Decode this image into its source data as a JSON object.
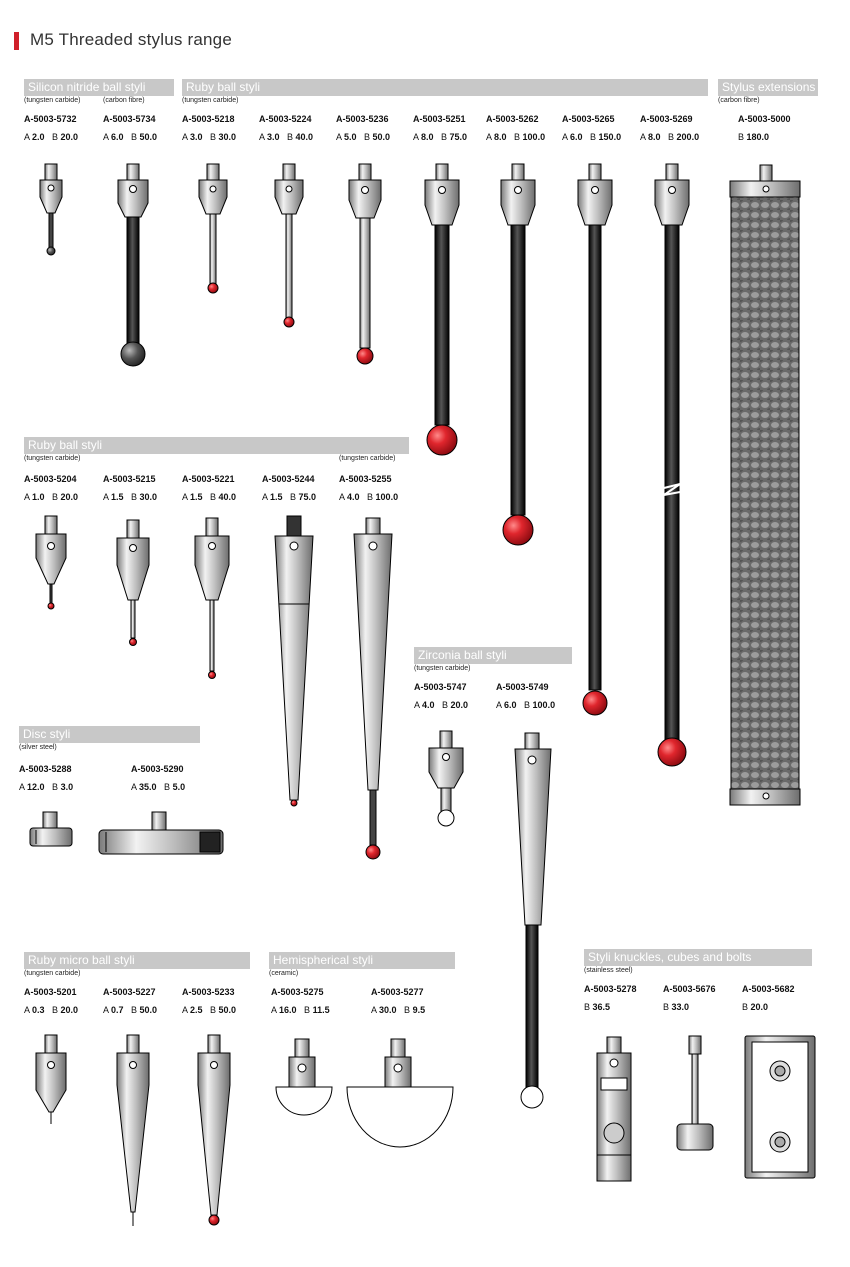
{
  "page_title": "M5 Threaded stylus range",
  "sections": {
    "silicon": {
      "title": "Silicon nitride ball styli",
      "sub1": "(tungsten carbide)",
      "sub2": "(carbon fibre)"
    },
    "ruby1": {
      "title": "Ruby ball styli",
      "sub": "(tungsten carbide)"
    },
    "ext": {
      "title": "Stylus extensions",
      "sub": "(carbon fibre)"
    },
    "ruby2": {
      "title": "Ruby ball styli",
      "sub1": "(tungsten carbide)",
      "sub2": "(tungsten carbide)"
    },
    "zirconia": {
      "title": "Zirconia ball styli",
      "sub": "(tungsten carbide)"
    },
    "disc": {
      "title": "Disc styli",
      "sub": "(silver steel)"
    },
    "micro": {
      "title": "Ruby micro ball styli",
      "sub": "(tungsten carbide)"
    },
    "hemi": {
      "title": "Hemispherical styli",
      "sub": "(ceramic)"
    },
    "knuckles": {
      "title": "Styli knuckles, cubes and bolts",
      "sub": "(stainless steel)"
    }
  },
  "products": [
    {
      "code": "A-5003-5732",
      "a": "2.0",
      "b": "20.0"
    },
    {
      "code": "A-5003-5734",
      "a": "6.0",
      "b": "50.0"
    },
    {
      "code": "A-5003-5218",
      "a": "3.0",
      "b": "30.0"
    },
    {
      "code": "A-5003-5224",
      "a": "3.0",
      "b": "40.0"
    },
    {
      "code": "A-5003-5236",
      "a": "5.0",
      "b": "50.0"
    },
    {
      "code": "A-5003-5251",
      "a": "8.0",
      "b": "75.0"
    },
    {
      "code": "A-5003-5262",
      "a": "8.0",
      "b": "100.0"
    },
    {
      "code": "A-5003-5265",
      "a": "6.0",
      "b": "150.0"
    },
    {
      "code": "A-5003-5269",
      "a": "8.0",
      "b": "200.0"
    },
    {
      "code": "A-5003-5000",
      "b": "180.0"
    },
    {
      "code": "A-5003-5204",
      "a": "1.0",
      "b": "20.0"
    },
    {
      "code": "A-5003-5215",
      "a": "1.5",
      "b": "30.0"
    },
    {
      "code": "A-5003-5221",
      "a": "1.5",
      "b": "40.0"
    },
    {
      "code": "A-5003-5244",
      "a": "1.5",
      "b": "75.0"
    },
    {
      "code": "A-5003-5255",
      "a": "4.0",
      "b": "100.0"
    },
    {
      "code": "A-5003-5747",
      "a": "4.0",
      "b": "20.0"
    },
    {
      "code": "A-5003-5749",
      "a": "6.0",
      "b": "100.0"
    },
    {
      "code": "A-5003-5288",
      "a": "12.0",
      "b": "3.0"
    },
    {
      "code": "A-5003-5290",
      "a": "35.0",
      "b": "5.0"
    },
    {
      "code": "A-5003-5201",
      "a": "0.3",
      "b": "20.0"
    },
    {
      "code": "A-5003-5227",
      "a": "0.7",
      "b": "50.0"
    },
    {
      "code": "A-5003-5233",
      "a": "2.5",
      "b": "50.0"
    },
    {
      "code": "A-5003-5275",
      "a": "16.0",
      "b": "11.5"
    },
    {
      "code": "A-5003-5277",
      "a": "30.0",
      "b": "9.5"
    },
    {
      "code": "A-5003-5278",
      "b": "36.5"
    },
    {
      "code": "A-5003-5676",
      "b": "33.0"
    },
    {
      "code": "A-5003-5682",
      "b": "20.0"
    }
  ],
  "labels": {
    "a": "A",
    "b": "B"
  },
  "colors": {
    "ruby": "#d3202a",
    "header": "#c8c8c8",
    "accent": "#d0202a"
  }
}
